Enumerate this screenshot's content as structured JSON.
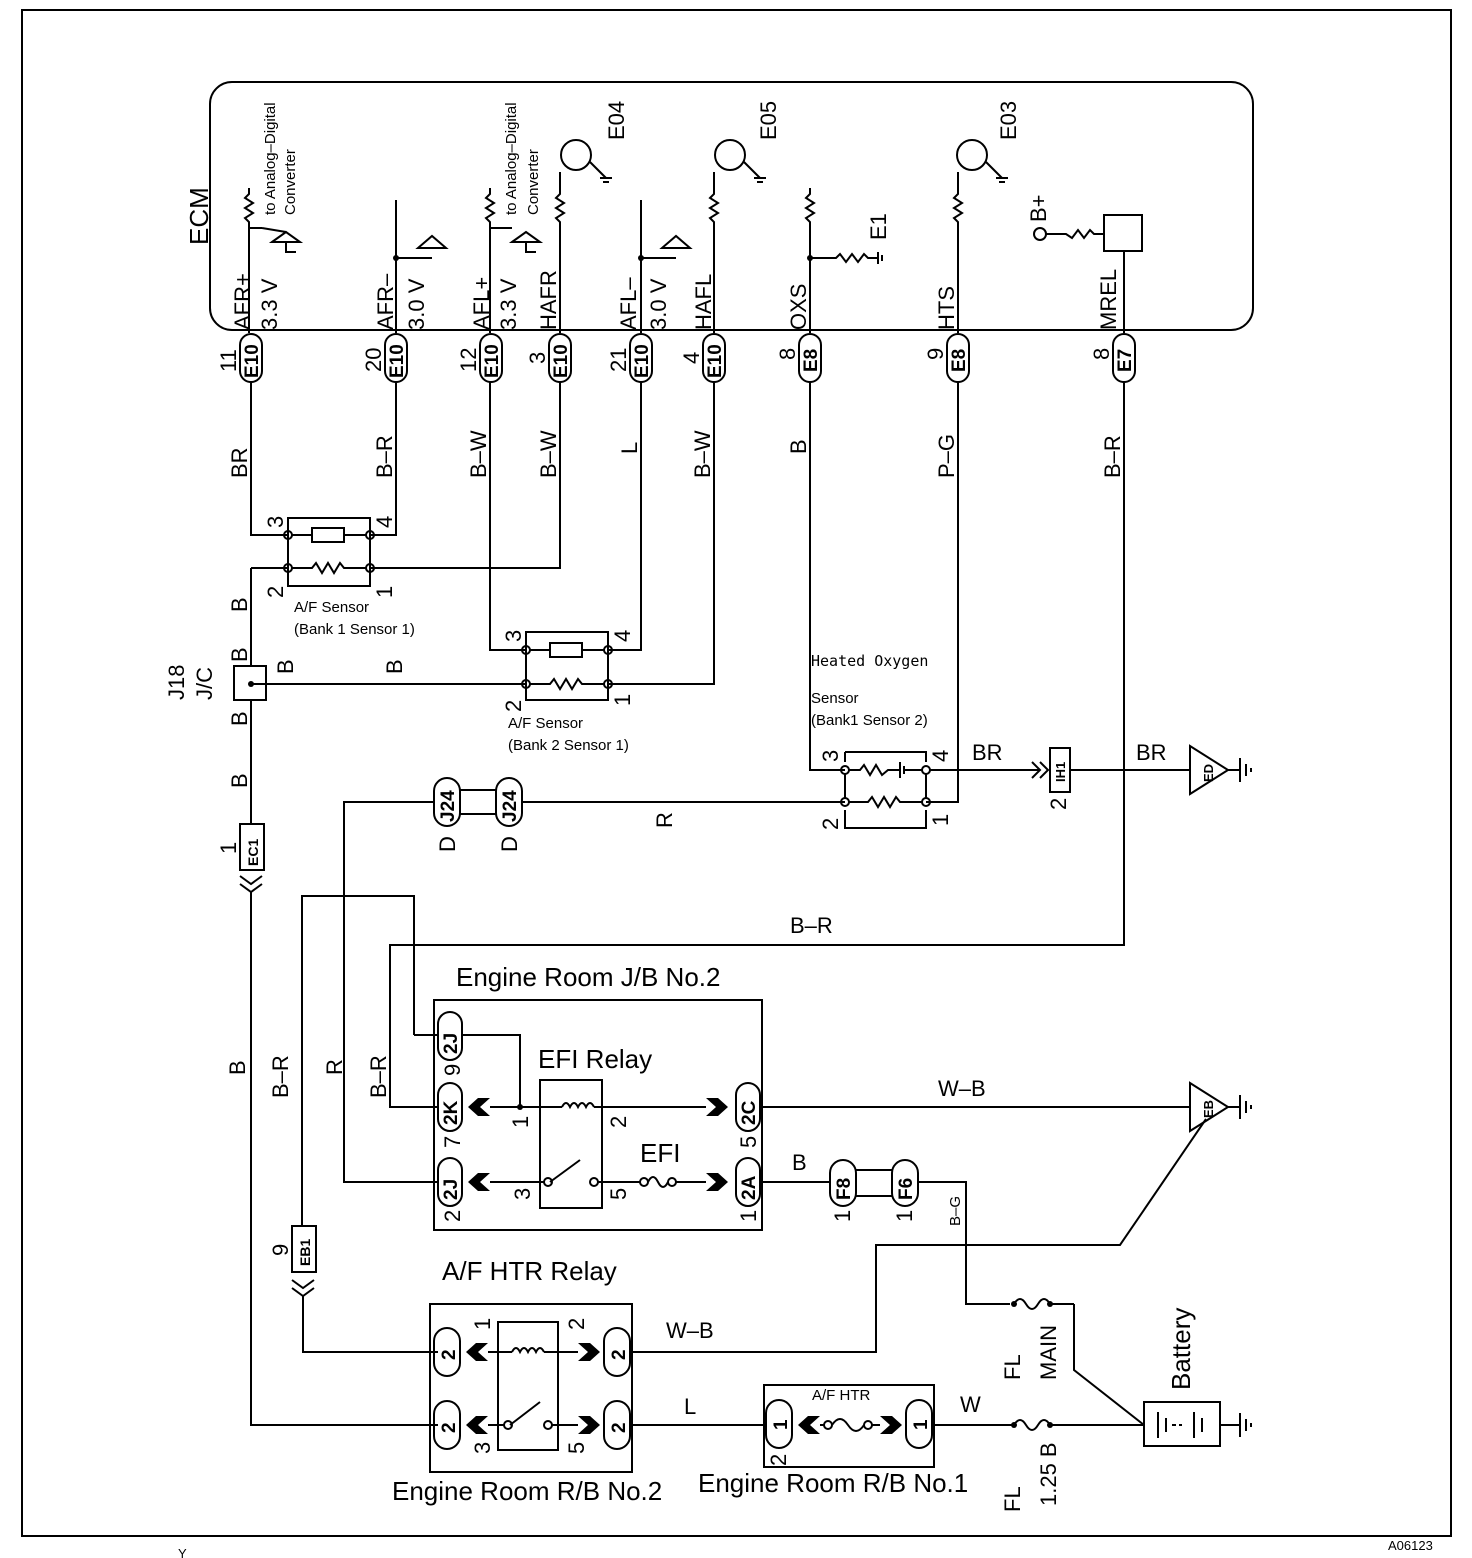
{
  "ecm": {
    "title": "ECM",
    "terminals": [
      {
        "name": "AFR+",
        "volt": "3.3 V",
        "pin": "11",
        "conn": "E10"
      },
      {
        "name": "AFR–",
        "volt": "3.0 V",
        "pin": "20",
        "conn": "E10"
      },
      {
        "name": "AFL+",
        "volt": "3.3 V",
        "pin": "12",
        "conn": "E10"
      },
      {
        "name": "HAFR",
        "volt": "",
        "pin": "3",
        "conn": "E10"
      },
      {
        "name": "AFL–",
        "volt": "3.0 V",
        "pin": "21",
        "conn": "E10"
      },
      {
        "name": "HAFL",
        "volt": "",
        "pin": "4",
        "conn": "E10"
      },
      {
        "name": "OXS",
        "volt": "",
        "pin": "8",
        "conn": "E8"
      },
      {
        "name": "HTS",
        "volt": "",
        "pin": "9",
        "conn": "E8"
      },
      {
        "name": "MREL",
        "volt": "",
        "pin": "8",
        "conn": "E7"
      }
    ],
    "adc_label_1": "to Analog–Digital",
    "adc_label_2": "Converter",
    "grounds": [
      "E04",
      "E05",
      "E03",
      "E1"
    ],
    "bplus": "B+"
  },
  "wire_colors": {
    "afr_plus": "BR",
    "afr_minus": "B–R",
    "afl_plus": "B–W",
    "hafr": "B–W",
    "afl_minus": "L",
    "hafl": "B–W",
    "oxs": "B",
    "hts": "P–G",
    "mrel": "B–R",
    "ground_1": "B",
    "ground_jc_top": "B",
    "ground_jc_right": "B",
    "ground_jc_bank2": "B",
    "ground_jc_bottom": "B",
    "ground_below": "B",
    "hos_ground_a": "BR",
    "hos_ground_b": "BR",
    "efi_r": "R",
    "mrel_long": "B–R",
    "left_b": "B",
    "left_br": "B–R",
    "left_r": "R",
    "left_br2": "B–R",
    "wb_efi": "W–B",
    "b_efi_out": "B",
    "bg_fuse": "B–G",
    "wb_afhtr": "W–B",
    "l_afhtr": "L",
    "w_afhtr": "W"
  },
  "sensors": {
    "af_bank1_line1": "A/F Sensor",
    "af_bank1_line2": "(Bank 1 Sensor 1)",
    "af_bank2_line1": "A/F Sensor",
    "af_bank2_line2": "(Bank 2 Sensor 1)",
    "hos_line1": "Heated  Oxygen",
    "hos_line2": "Sensor",
    "hos_line3": "(Bank1 Sensor 2)",
    "pins_b1": [
      "3",
      "4",
      "2",
      "1"
    ],
    "pins_b2": [
      "3",
      "4",
      "2",
      "1"
    ],
    "pins_hos": [
      "3",
      "4",
      "2",
      "1"
    ]
  },
  "junctions": {
    "j18": "J18",
    "jc": "J/C",
    "j24": "J24",
    "j24_pin": "D",
    "ec1": "EC1",
    "ec1_pin": "1",
    "ih1": "IH1",
    "ih1_pin": "2",
    "eb1": "EB1",
    "eb1_pin": "9",
    "ed": "ED",
    "eb": "EB"
  },
  "jb2": {
    "title": "Engine Room J/B No.2",
    "relay": "EFI Relay",
    "fuse": "EFI",
    "conns": [
      {
        "pin": "9",
        "conn": "2J"
      },
      {
        "pin": "7",
        "conn": "2K"
      },
      {
        "pin": "2",
        "conn": "2J"
      },
      {
        "pin": "5",
        "conn": "2C"
      },
      {
        "pin": "1",
        "conn": "2A"
      }
    ],
    "relay_pins": [
      "1",
      "2",
      "3",
      "5"
    ]
  },
  "fuses_inline": {
    "f8": "F8",
    "f6": "F6",
    "pin": "1"
  },
  "afhtr_relay": {
    "title": "A/F HTR Relay",
    "box": "Engine Room R/B No.2",
    "conn": "2",
    "relay_pins": [
      "1",
      "2",
      "3",
      "5"
    ]
  },
  "rb1": {
    "box": "Engine Room R/B No.1",
    "fuse": "A/F HTR",
    "conn_1": "1",
    "conn_2": "1",
    "pin_left": "2"
  },
  "fusible": {
    "main_fl": "FL",
    "main_name": "MAIN",
    "small_fl": "FL",
    "small_name": "1.25 B"
  },
  "battery": "Battery",
  "footer": {
    "left": "Y",
    "right": "A06123"
  }
}
